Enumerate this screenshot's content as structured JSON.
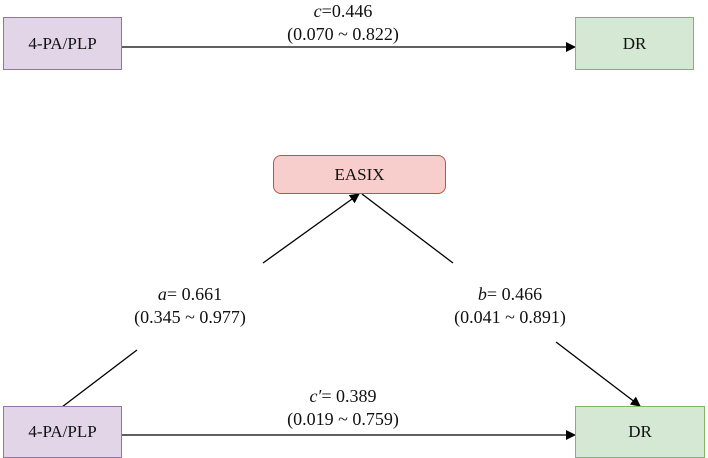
{
  "top_model": {
    "predictor": "4-PA/PLP",
    "outcome": "DR",
    "c": {
      "symbol": "c",
      "value": "=0.446",
      "ci": "(0.070 ~ 0.822)"
    }
  },
  "mediation_model": {
    "predictor": "4-PA/PLP",
    "mediator": "EASIX",
    "outcome": "DR",
    "a": {
      "symbol": "a",
      "value": "= 0.661",
      "ci": "(0.345 ~ 0.977)"
    },
    "b": {
      "symbol": "b",
      "value": "= 0.466",
      "ci": "(0.041 ~ 0.891)"
    },
    "c_prime": {
      "symbol": "c′",
      "value": "= 0.389",
      "ci": "(0.019 ~ 0.759)"
    }
  },
  "colors": {
    "predictor_fill": "#e1d5e7",
    "predictor_border": "#9673a6",
    "outcome_fill": "#d5e8d4",
    "outcome_border": "#82b366",
    "mediator_fill": "#f8cecc",
    "mediator_border": "#b85450"
  }
}
